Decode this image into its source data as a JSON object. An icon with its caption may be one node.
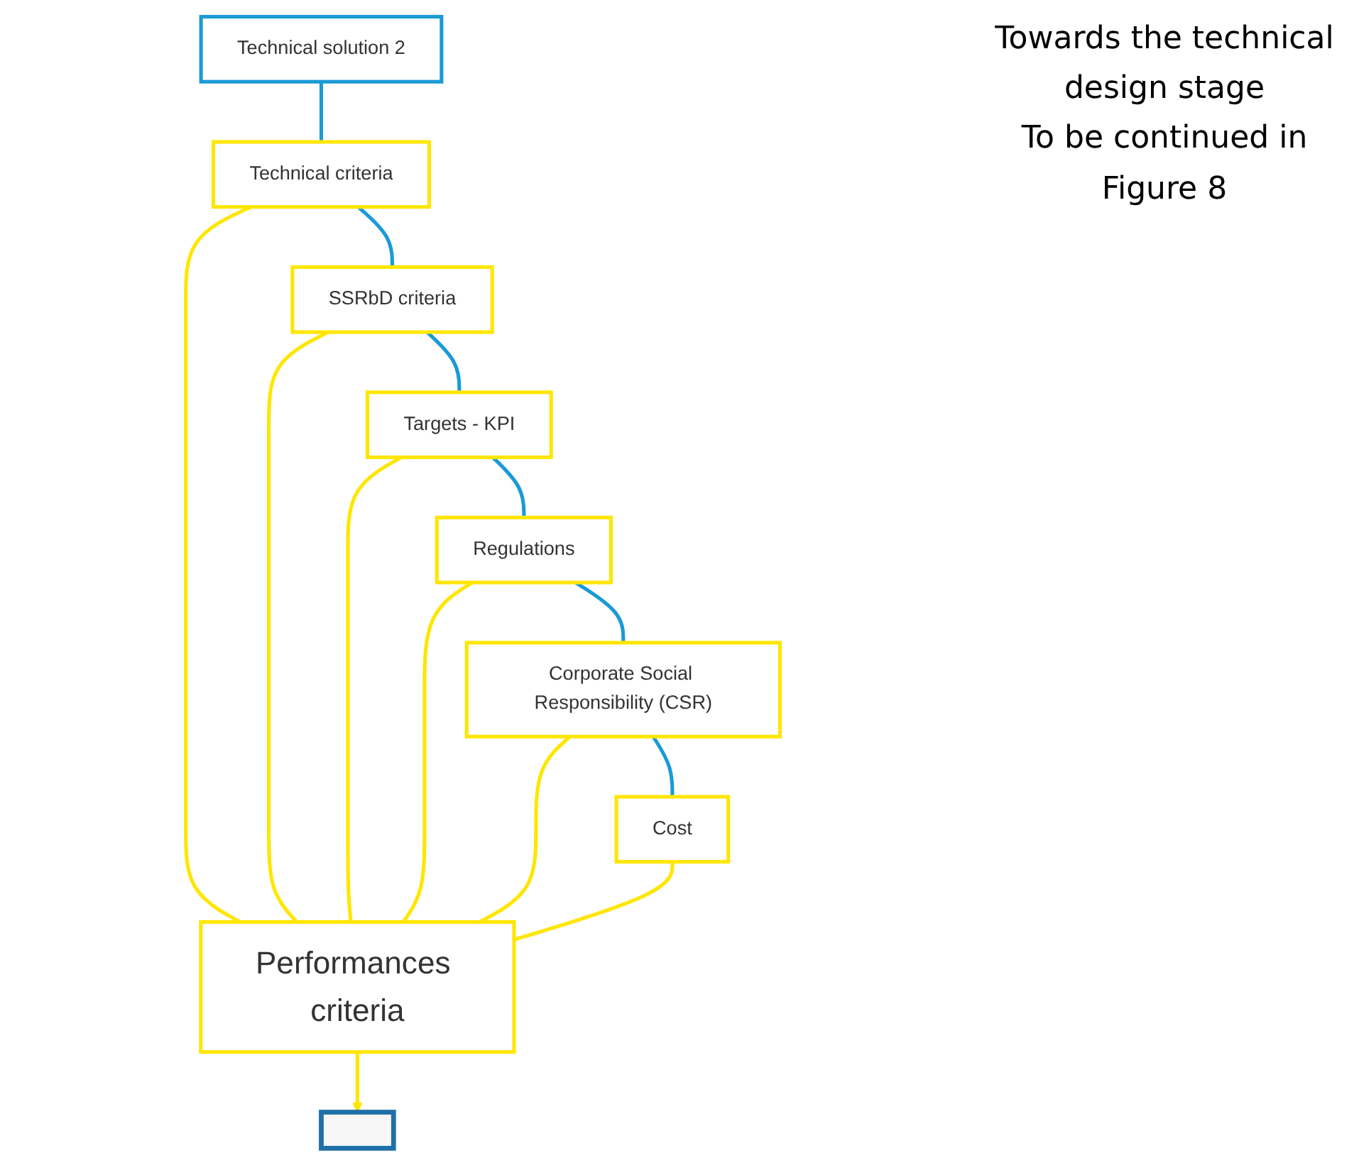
{
  "diagram": {
    "nodes": [
      {
        "text": [
          "Technical solution 2"
        ]
      },
      {
        "text": [],
        "shape": "box"
      },
      {
        "text": [
          "Technical criteria"
        ]
      },
      {
        "text": [
          "SSRbD criteria"
        ]
      },
      {
        "text": [
          "Targets - KPI"
        ]
      },
      {
        "text": [
          "Regulations"
        ]
      },
      {
        "text": [
          "Corporate Social Responsibility (CSR)"
        ]
      },
      {
        "text": [
          "Cost"
        ]
      },
      {
        "text": [
          "Performances criteria"
        ]
      }
    ],
    "edges": [
      {
        "from": 0,
        "to": 2,
        "arrow": "none",
        "color": "#1a9ad6"
      },
      {
        "from": 2,
        "to": 3,
        "arrow": "none",
        "color": "#1a9ad6"
      },
      {
        "from": 3,
        "to": 4,
        "arrow": "none",
        "color": "#1a9ad6"
      },
      {
        "from": 4,
        "to": 5,
        "arrow": "none",
        "color": "#1a9ad6"
      },
      {
        "from": 5,
        "to": 6,
        "arrow": "none",
        "color": "#1a9ad6"
      },
      {
        "from": 6,
        "to": 7,
        "arrow": "none",
        "color": "#1a9ad6"
      },
      {
        "from": 2,
        "to": 8,
        "arrow": "none"
      },
      {
        "from": 3,
        "to": 8,
        "arrow": "none"
      },
      {
        "from": 4,
        "to": 8,
        "arrow": "none"
      },
      {
        "from": 5,
        "to": 8,
        "arrow": "none"
      },
      {
        "from": 6,
        "to": 8,
        "arrow": "none"
      },
      {
        "from": 7,
        "to": 8,
        "arrow": "none"
      },
      {
        "from": 8,
        "to": 1,
        "arrow": "to"
      }
    ],
    "labels": [
      "Towards the technical design stage",
      "To be continued in Figure 8"
    ]
  }
}
